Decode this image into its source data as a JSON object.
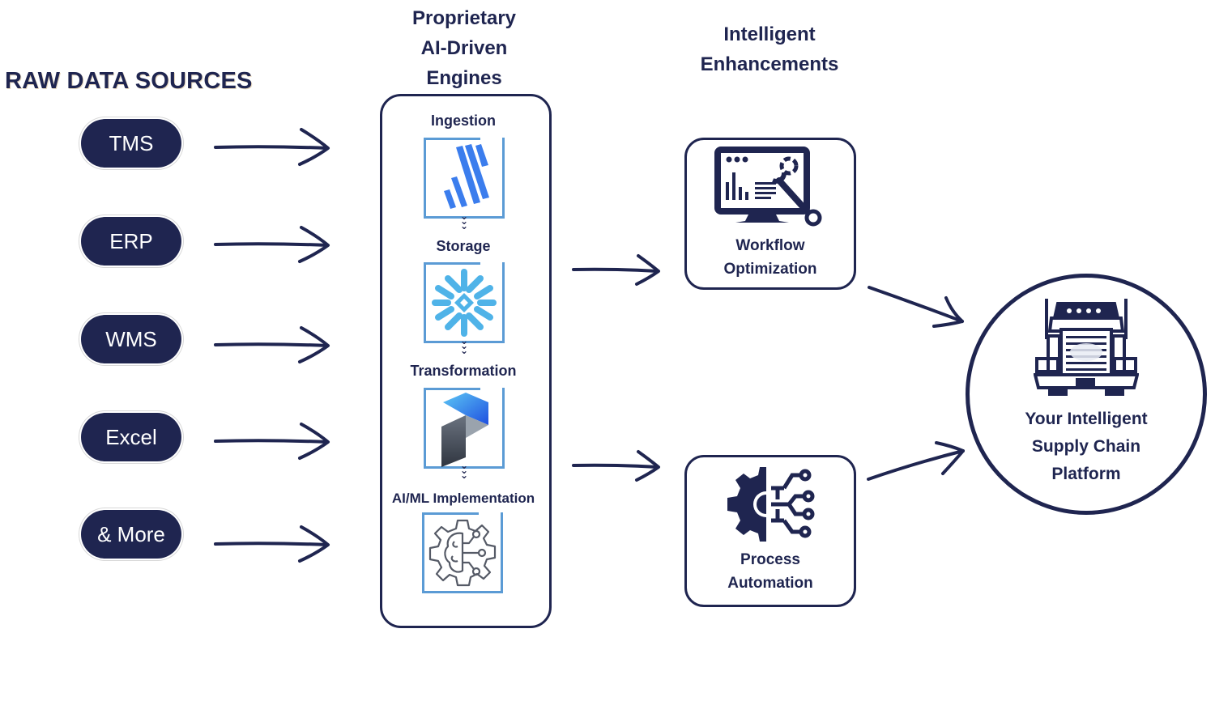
{
  "raw_sources": {
    "title": "RAW DATA SOURCES",
    "items": [
      {
        "label": "TMS"
      },
      {
        "label": "ERP"
      },
      {
        "label": "WMS"
      },
      {
        "label": "Excel"
      },
      {
        "label": "& More"
      }
    ]
  },
  "engines": {
    "title_lines": [
      "Proprietary",
      "AI-Driven",
      "Engines"
    ],
    "stages": [
      {
        "label": "Ingestion",
        "icon": "ingestion-logo-icon"
      },
      {
        "label": "Storage",
        "icon": "snowflake-icon"
      },
      {
        "label": "Transformation",
        "icon": "transformation-logo-icon"
      },
      {
        "label": "AI/ML Implementation",
        "icon": "brain-gear-icon"
      }
    ]
  },
  "enhancements": {
    "title_lines": [
      "Intelligent",
      "Enhancements"
    ],
    "items": [
      {
        "label_lines": [
          "Workflow",
          "Optimization"
        ],
        "icon": "monitor-wrench-icon"
      },
      {
        "label_lines": [
          "Process",
          "Automation"
        ],
        "icon": "gear-circuit-icon"
      }
    ]
  },
  "platform": {
    "label_lines": [
      "Your Intelligent",
      "Supply Chain",
      "Platform"
    ],
    "icon": "truck-icon"
  },
  "colors": {
    "navy": "#1f2550",
    "frame_blue": "#5b9bd5",
    "logo_blue": "#3b7ded",
    "snowflake_blue": "#4fb3e8"
  }
}
